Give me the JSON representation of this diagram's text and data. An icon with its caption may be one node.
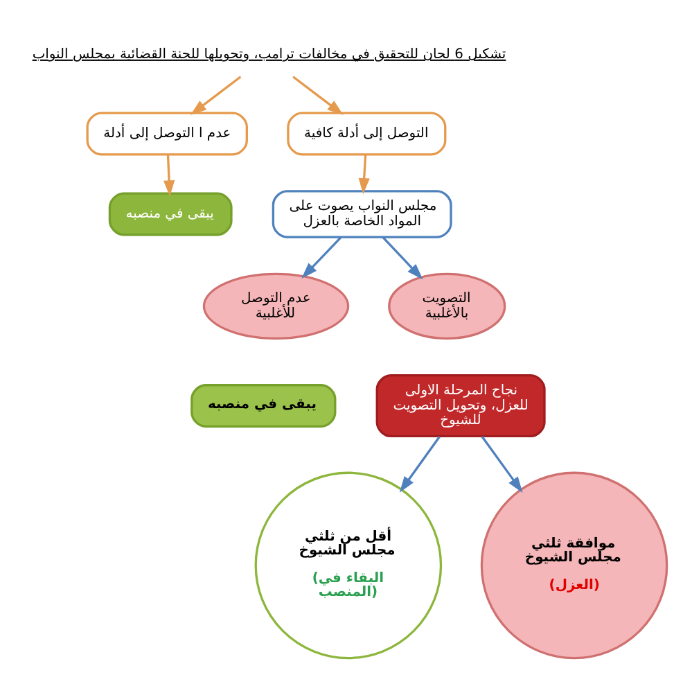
{
  "diagram": {
    "nodes": [
      {
        "text": [
          "تشكيل 6 لجان للتحقيق في مخالفات ترامب، وتحويلها للجنة القضائية بمجلس النواب"
        ]
      },
      {
        "text": [
          "التوصل إلى أدلة كافية"
        ]
      },
      {
        "text": [
          "عدم ا التوصل إلى أدلة"
        ]
      },
      {
        "text": [
          "يبقى في منصبه"
        ]
      },
      {
        "text": [
          "مجلس النواب يصوت على المواد الخاصة بالعزل"
        ]
      },
      {
        "text": [
          "التصويت بالأغلبية"
        ]
      },
      {
        "text": [
          "عدم التوصل للأغلبية"
        ]
      },
      {
        "text": [
          "يبقى في منصبه"
        ]
      },
      {
        "text": [
          "نجاح المرحلة الاولى للعزل، وتحويل التصويت للشيوخ"
        ]
      },
      {
        "text": [
          "موافقة ثلثي مجلس الشيوخ",
          "(العزل)"
        ]
      },
      {
        "text": [
          "أقل من ثلثي مجلس الشيوخ",
          "(البقاء في المنصب)"
        ]
      }
    ],
    "edges": [
      {
        "from": 0,
        "to": 1,
        "arrow": "to"
      },
      {
        "from": 0,
        "to": 2,
        "arrow": "to"
      },
      {
        "from": 2,
        "to": 3,
        "arrow": "to"
      },
      {
        "from": 1,
        "to": 4,
        "arrow": "to"
      },
      {
        "from": 4,
        "to": 5,
        "arrow": "to",
        "color": "#4f81bd"
      },
      {
        "from": 4,
        "to": 6,
        "arrow": "to",
        "color": "#4f81bd"
      },
      {
        "from": 8,
        "to": 9,
        "arrow": "to",
        "color": "#4f81bd"
      },
      {
        "from": 8,
        "to": 10,
        "arrow": "to",
        "color": "#4f81bd"
      }
    ]
  }
}
